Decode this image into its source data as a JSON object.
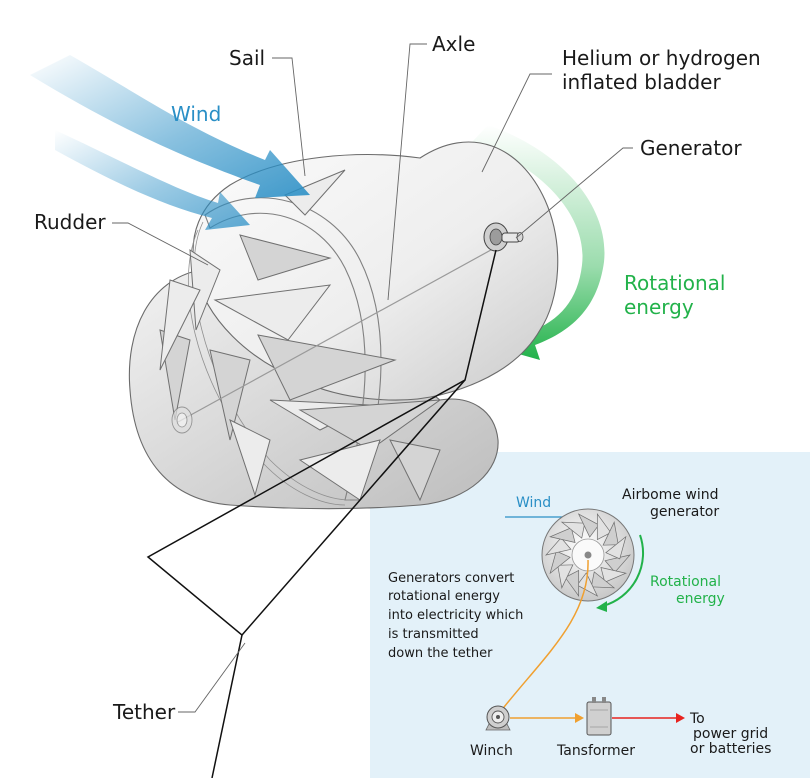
{
  "labels": {
    "sail": "Sail",
    "axle": "Axle",
    "bladder_line1": "Helium or hydrogen",
    "bladder_line2": "inflated bladder",
    "wind": "Wind",
    "generator": "Generator",
    "rudder": "Rudder",
    "rotational_line1": "Rotational",
    "rotational_line2": "energy",
    "tether": "Tether"
  },
  "inset": {
    "wind": "Wind",
    "title_line1": "Airbome wind",
    "title_line2": "generator",
    "rotational_line1": "Rotational",
    "rotational_line2": "energy",
    "description": [
      "Generators convert",
      "rotational energy",
      "into electricity which",
      "is transmitted",
      "down the tether"
    ],
    "winch": "Winch",
    "transformer": "Tansformer",
    "output_line0": "To",
    "output_line1": "power grid",
    "output_line2": "or batteries"
  },
  "colors": {
    "wind": "#2a8fc6",
    "rotation": "#22b24a",
    "tether_inset": "#f0a030",
    "power_line": "#e8231f",
    "inset_background": "#e3f1f9"
  }
}
